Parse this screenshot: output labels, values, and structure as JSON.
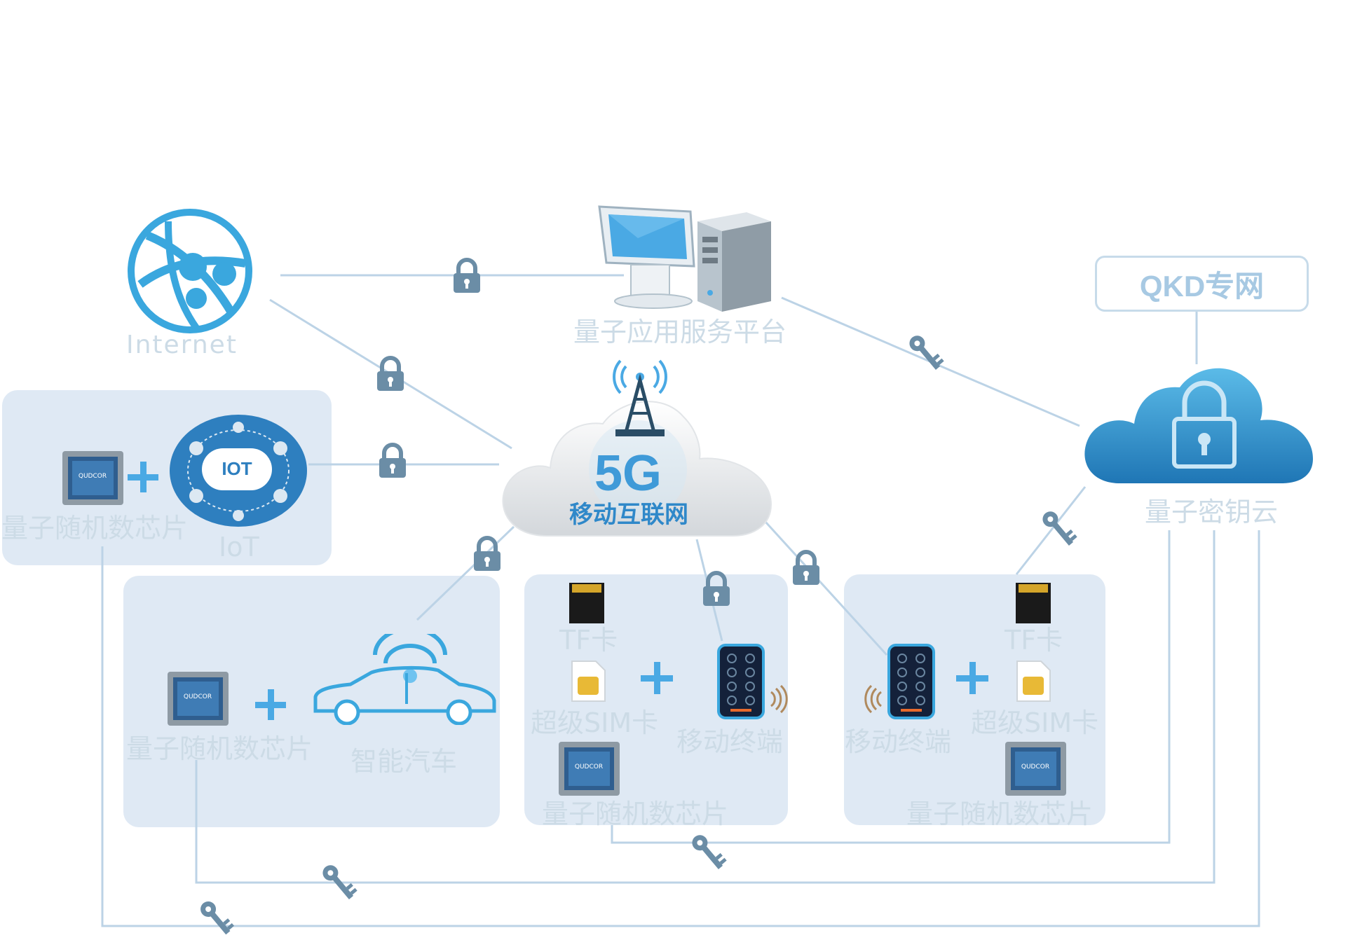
{
  "labels": {
    "internet": "Internet",
    "platform": "量子应用服务平台",
    "qkd": "QKD专网",
    "key_cloud": "量子密钥云",
    "net_5g": "5G",
    "mobile_internet": "移动互联网",
    "iot_chip": "量子随机数芯片",
    "iot": "IoT",
    "iot_logo": "IOT",
    "car_chip": "量子随机数芯片",
    "smart_car": "智能汽车",
    "tf_card_1": "TF卡",
    "super_sim_1": "超级SIM卡",
    "mobile_terminal_1": "移动终端",
    "chip_3": "量子随机数芯片",
    "tf_card_2": "TF卡",
    "super_sim_2": "超级SIM卡",
    "mobile_terminal_2": "移动终端",
    "chip_4": "量子随机数芯片",
    "chip_brand": "QUDCOR"
  },
  "colors": {
    "panel_bg": "#dfe9f4",
    "line": "#bcd3e6",
    "label_faint": "#ccdbe6",
    "accent_blue": "#4a9fd8",
    "lock_gray": "#6b8da6",
    "cloud_blue": "#2e8dc8"
  },
  "icons": [
    "globe-icon",
    "server-icon",
    "monitor-icon",
    "tower-icon",
    "cloud-icon",
    "lock-icon",
    "key-icon",
    "chip-icon",
    "car-icon",
    "phone-icon",
    "tf-card-icon",
    "sim-card-icon",
    "plus-icon"
  ]
}
